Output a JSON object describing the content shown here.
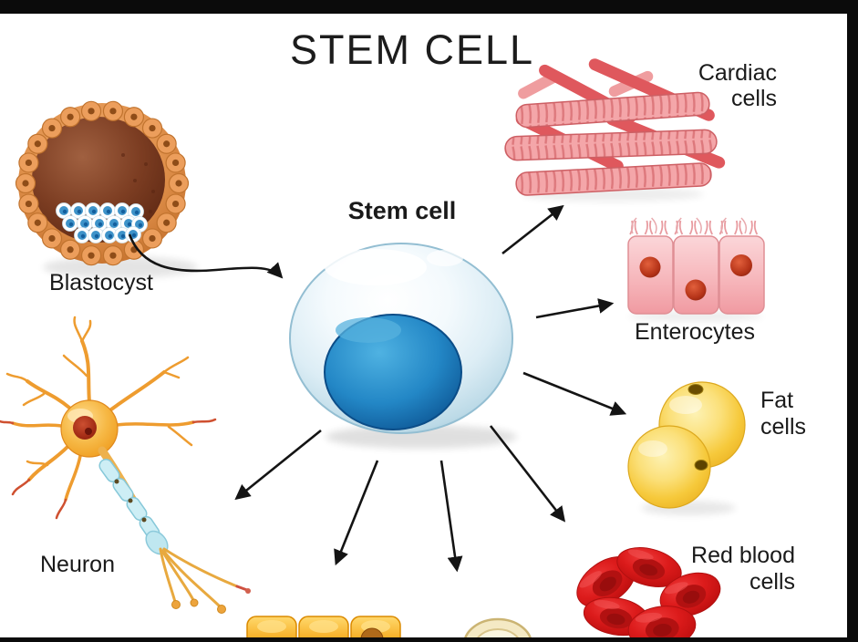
{
  "title": "STEM CELL",
  "stem_cell": {
    "label": "Stem cell"
  },
  "blastocyst": {
    "label": "Blastocyst"
  },
  "cell_types": [
    {
      "id": "cardiac-cells",
      "lines": [
        "Cardiac",
        "cells"
      ]
    },
    {
      "id": "enterocytes",
      "lines": [
        "Enterocytes"
      ]
    },
    {
      "id": "fat-cells",
      "lines": [
        "Fat",
        "cells"
      ]
    },
    {
      "id": "red-blood-cells",
      "lines": [
        "Red blood",
        "cells"
      ]
    },
    {
      "id": "neuron",
      "lines": [
        "Neuron"
      ]
    }
  ],
  "colors": {
    "background": "#ffffff",
    "frame": "#0b0b0b",
    "text": "#1a1a1a",
    "stem_cell_body": "#d9ecf4",
    "stem_cell_nucleus": "#1a6eb0",
    "cardiac_fiber": "#f4a6a9",
    "enterocyte": "#f6b4b9",
    "enterocyte_nucleus": "#a82912",
    "fat_cell": "#f6c93b",
    "red_blood_cell": "#dc1b1b",
    "neuron_body": "#f6b845",
    "blastocyst_ring": "#e0914c",
    "blastocyst_core": "#7c3d22",
    "inner_cell_mass": "#3e93c9",
    "bottom_cells": "#f7b22b",
    "arrow": "#141414"
  }
}
